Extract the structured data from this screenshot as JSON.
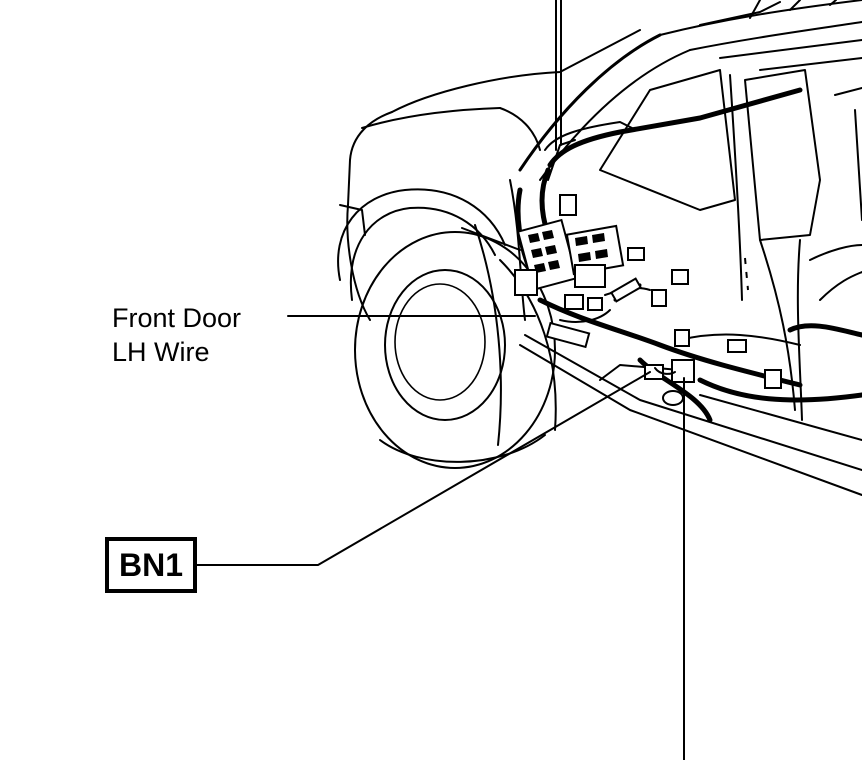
{
  "labels": {
    "front_door_line1": "Front Door",
    "front_door_line2": "LH Wire",
    "connector_code": "BN1"
  },
  "colors": {
    "ink": "#000000",
    "background": "#ffffff"
  }
}
